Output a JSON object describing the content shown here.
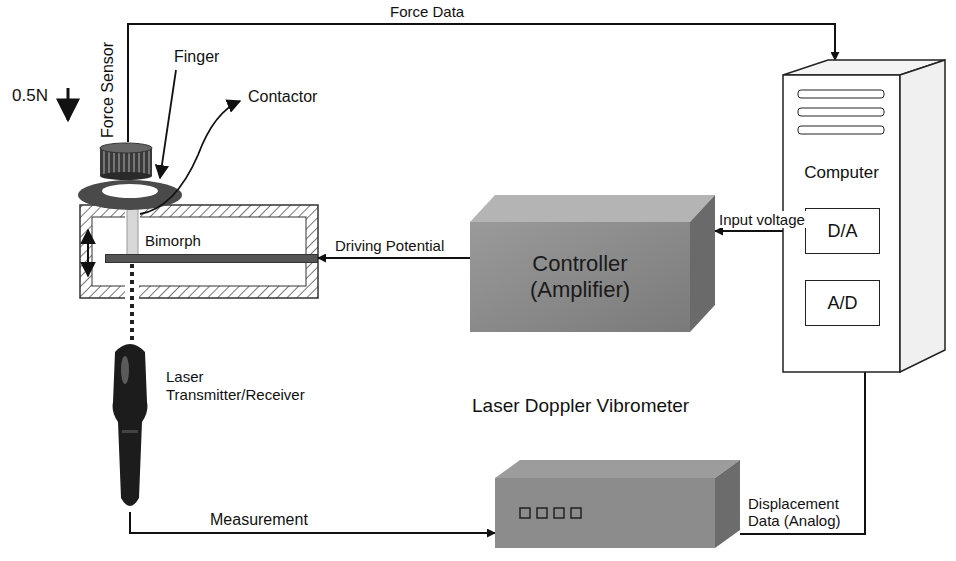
{
  "diagram": {
    "nodes": [
      {
        "text": [
          "Force Sensor"
        ]
      },
      {
        "text": [
          "Bimorph"
        ]
      },
      {
        "text": [
          "Controller (Amplifier)"
        ]
      },
      {
        "text": [
          "Computer"
        ]
      },
      {
        "text": [
          "D/A"
        ],
        "in": 3
      },
      {
        "text": [
          "A/D"
        ],
        "in": 3
      },
      {
        "text": [
          "Laser Transmitter/Receiver"
        ]
      },
      {
        "text": [
          "Laser Doppler Vibrometer"
        ]
      }
    ],
    "edges": [
      {
        "from": 0,
        "to": 3,
        "label": "Force Data",
        "arrow": "to"
      },
      {
        "from": 4,
        "to": 2,
        "label": "Input voltage",
        "arrow": "to"
      },
      {
        "from": 2,
        "to": 1,
        "label": "Driving Potential",
        "arrow": "to"
      },
      {
        "from": 6,
        "to": 7,
        "label": "Measurement",
        "arrow": "to"
      },
      {
        "from": 7,
        "to": 5,
        "label": "Displacement Data (Analog)",
        "arrow": "to"
      }
    ],
    "labels": [
      "0.5N",
      "Finger",
      "Contactor"
    ]
  }
}
